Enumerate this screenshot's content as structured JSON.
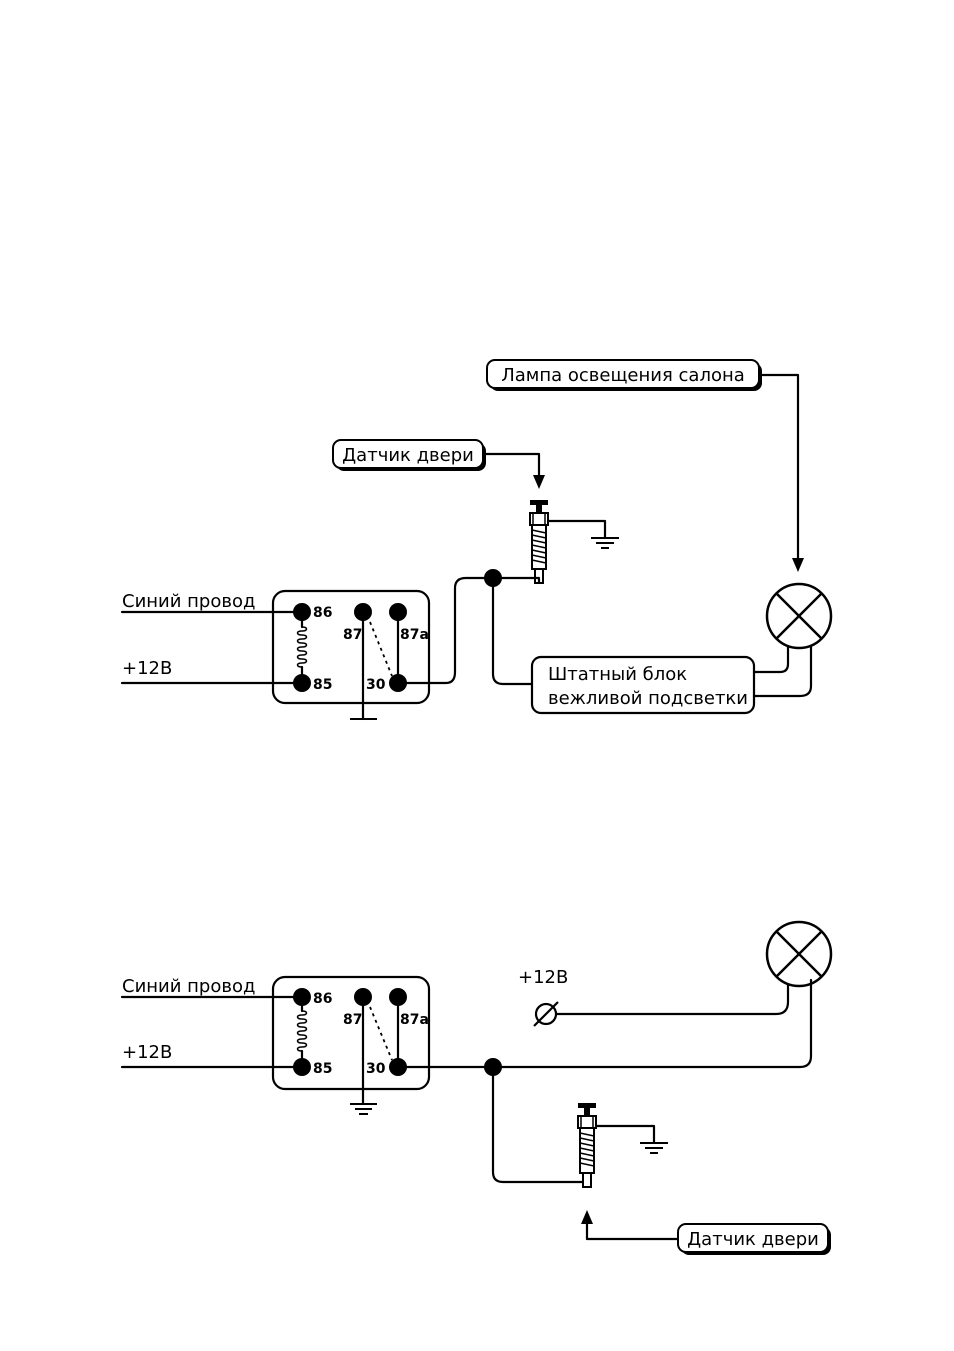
{
  "diagram1": {
    "lamp_label": "Лампа освещения салона",
    "door_sensor_label": "Датчик двери",
    "blue_wire_label": "Синий провод",
    "plus12_label": "+12В",
    "module_line1": "Штатный блок",
    "module_line2": "вежливой подсветки",
    "relay": {
      "pin86": "86",
      "pin85": "85",
      "pin87": "87",
      "pin87a": "87а",
      "pin30": "30"
    }
  },
  "diagram2": {
    "blue_wire_label": "Синий провод",
    "plus12_label": "+12В",
    "switch_plus12_label": "+12В",
    "door_sensor_label": "Датчик двери",
    "relay": {
      "pin86": "86",
      "pin85": "85",
      "pin87": "87",
      "pin87a": "87а",
      "pin30": "30"
    }
  }
}
